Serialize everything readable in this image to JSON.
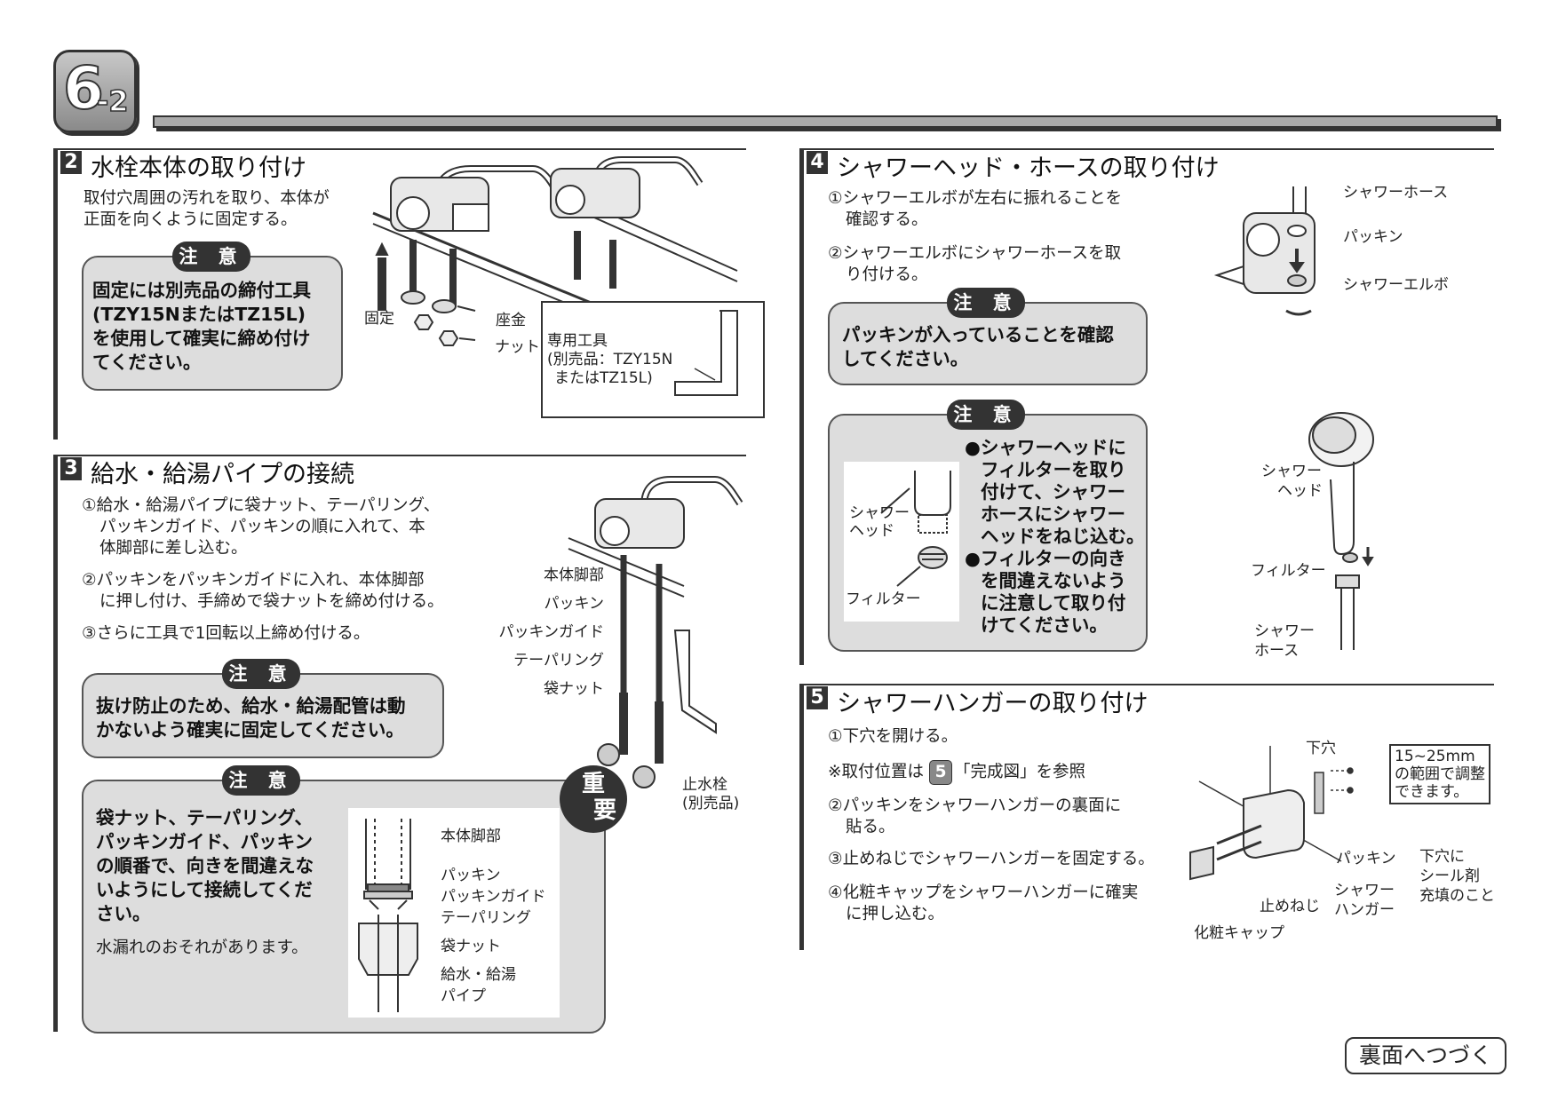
{
  "page": {
    "number": "6",
    "sub": "-2"
  },
  "s2": {
    "num": "2",
    "title": "水栓本体の取り付け",
    "text": [
      "取付穴周囲の汚れを取り、本体が",
      "正面を向くように固定する。"
    ],
    "caution_label": "注 意",
    "caution": [
      "固定には別売品の締付工具",
      "(TZY15NまたはTZ15L)",
      "を使用して確実に締め付け",
      "てください。"
    ],
    "labels": {
      "fix": "固定",
      "washer": "座金",
      "nut": "ナット"
    },
    "tool": [
      "専用工具",
      "(別売品：TZY15N",
      "またはTZ15L)"
    ]
  },
  "s3": {
    "num": "3",
    "title": "給水・給湯パイプの接続",
    "steps": [
      [
        "①給水・給湯パイプに袋ナット、テーパリング、",
        "パッキンガイド、パッキンの順に入れて、本",
        "体脚部に差し込む。"
      ],
      [
        "②パッキンをパッキンガイドに入れ、本体脚部",
        "に押し付け、手締めで袋ナットを締め付ける。"
      ],
      [
        "③さらに工具で1回転以上締め付ける。"
      ]
    ],
    "caution_label": "注 意",
    "caution1": [
      "抜け防止のため、給水・給湯配管は動",
      "かないよう確実に固定してください。"
    ],
    "caution2": [
      "袋ナット、テーパリング、",
      "パッキンガイド、パッキン",
      "の順番で、向きを間違えな",
      "いようにして接続してくだ",
      "さい。"
    ],
    "caution2_note": "水漏れのおそれがあります。",
    "important": [
      "重",
      "要"
    ],
    "labels": [
      "本体脚部",
      "パッキン",
      "パッキンガイド",
      "テーパリング",
      "袋ナット"
    ],
    "stopcock": [
      "止水栓",
      "(別売品)"
    ],
    "detail_labels": [
      "本体脚部",
      "パッキン",
      "パッキンガイド",
      "テーパリング",
      "袋ナット",
      "給水・給湯",
      "パイプ"
    ]
  },
  "s4": {
    "num": "4",
    "title": "シャワーヘッド・ホースの取り付け",
    "steps": [
      [
        "①シャワーエルボが左右に振れることを",
        "確認する。"
      ],
      [
        "②シャワーエルボにシャワーホースを取",
        "り付ける。"
      ]
    ],
    "caution_label": "注 意",
    "caution1": [
      "パッキンが入っていることを確認",
      "してください。"
    ],
    "caution2": [
      "●シャワーヘッドに",
      "フィルターを取り",
      "付けて、シャワー",
      "ホースにシャワー",
      "ヘッドをねじ込む。",
      "●フィルターの向き",
      "を間違えないよう",
      "に注意して取り付",
      "けてください。"
    ],
    "inner_labels": {
      "head": [
        "シャワー",
        "ヘッド"
      ],
      "filter": "フィルター"
    },
    "labels_top": {
      "hose": "シャワーホース",
      "packing": "パッキン",
      "elbow": "シャワーエルボ"
    },
    "labels_bottom": {
      "head": [
        "シャワー",
        "ヘッド"
      ],
      "filter": "フィルター",
      "hose": [
        "シャワー",
        "ホース"
      ]
    }
  },
  "s5": {
    "num": "5",
    "title": "シャワーハンガーの取り付け",
    "step1": "①下穴を開ける。",
    "ref_pre": "※取付位置は",
    "ref_num": "5",
    "ref_post": "「完成図」を参照",
    "step2": [
      "②パッキンをシャワーハンガーの裏面に",
      "貼る。"
    ],
    "step3": "③止めねじでシャワーハンガーを固定する。",
    "step4": [
      "④化粧キャップをシャワーハンガーに確実",
      "に押し込む。"
    ],
    "labels": {
      "hole": "下穴",
      "range": [
        "15~25mm",
        "の範囲で調整",
        "できます。"
      ],
      "packing": "パッキン",
      "seal": [
        "下穴に",
        "シール剤",
        "充填のこと"
      ],
      "screw": "止めねじ",
      "hanger": [
        "シャワー",
        "ハンガー"
      ],
      "cap": "化粧キャップ"
    }
  },
  "continue": "裏面へつづく"
}
